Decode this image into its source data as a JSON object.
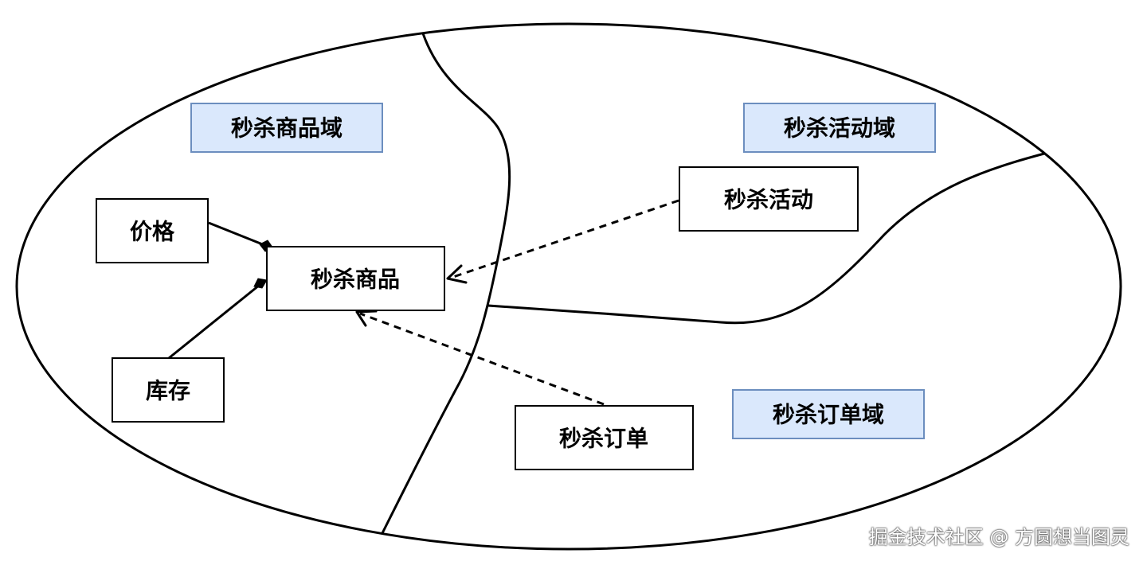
{
  "domains": {
    "product": "秒杀商品域",
    "activity": "秒杀活动域",
    "order": "秒杀订单域"
  },
  "entities": {
    "price": "价格",
    "stock": "库存",
    "seckill_product": "秒杀商品",
    "seckill_activity": "秒杀活动",
    "seckill_order": "秒杀订单"
  },
  "watermark": "掘金技术社区 @ 方圆想当图灵",
  "colors": {
    "domain_label_fill": "#dae8fc",
    "domain_label_border": "#6c8ebf",
    "line": "#000000"
  }
}
